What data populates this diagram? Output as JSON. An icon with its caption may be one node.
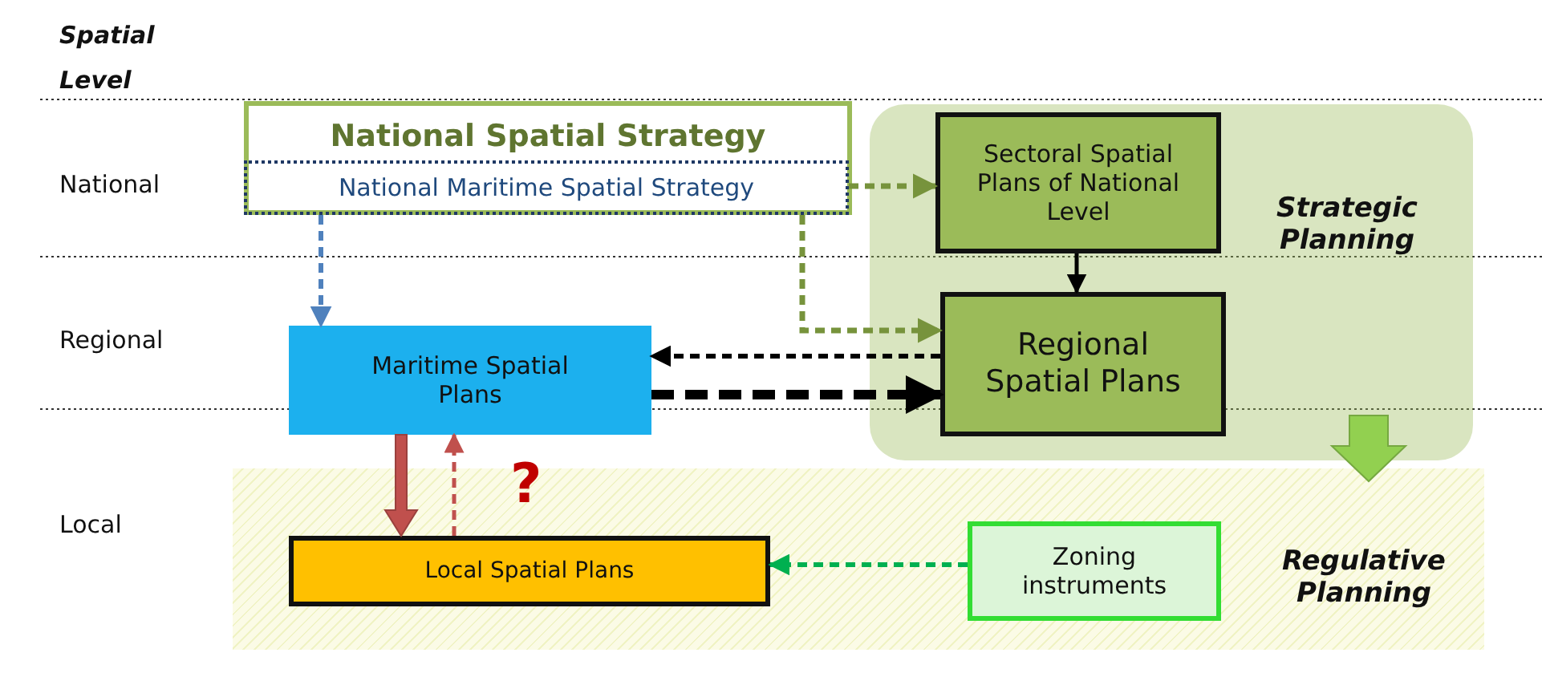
{
  "diagram": {
    "nodes": [
      {
        "text": [
          "National Spatial Strategy"
        ]
      },
      {
        "text": [
          "National Maritime Spatial Strategy"
        ],
        "in": 0
      },
      {
        "text": [
          "Strategic Planning"
        ]
      },
      {
        "text": [
          "Sectoral Spatial Plans of National Level"
        ],
        "in": 2
      },
      {
        "text": [
          "Regional Spatial Plans"
        ],
        "in": 2
      },
      {
        "text": [
          "Maritime Spatial Plans"
        ]
      },
      {
        "text": [
          "Regulative Planning"
        ]
      },
      {
        "text": [
          "Local Spatial Plans"
        ],
        "in": 6
      },
      {
        "text": [
          "Zoning instruments"
        ],
        "in": 6
      }
    ],
    "edges": [
      {
        "from": 1,
        "to": 5,
        "arrow": "to",
        "style": "dashed",
        "color": "#4f81bd"
      },
      {
        "from": 1,
        "to": 3,
        "arrow": "to",
        "style": "dashed",
        "color": "#77933c"
      },
      {
        "from": 1,
        "to": 4,
        "arrow": "to",
        "style": "dashed",
        "color": "#77933c"
      },
      {
        "from": 3,
        "to": 4,
        "arrow": "to"
      },
      {
        "from": 4,
        "to": 5,
        "arrow": "to",
        "style": "dashed"
      },
      {
        "from": 5,
        "to": 4,
        "arrow": "to",
        "style": "dashed"
      },
      {
        "from": 5,
        "to": 7,
        "arrow": "to",
        "style": "thick",
        "color": "#c0504d"
      },
      {
        "from": 7,
        "to": 5,
        "arrow": "to",
        "style": "dashed",
        "color": "#c0504d"
      },
      {
        "from": 8,
        "to": 7,
        "arrow": "to",
        "style": "dashed",
        "color": "#00b050"
      },
      {
        "from": 2,
        "to": 6,
        "arrow": "to",
        "style": "thick",
        "color": "#92d050"
      }
    ],
    "labels": [
      "Spatial Level",
      "National",
      "Regional",
      "Local",
      "?"
    ]
  }
}
